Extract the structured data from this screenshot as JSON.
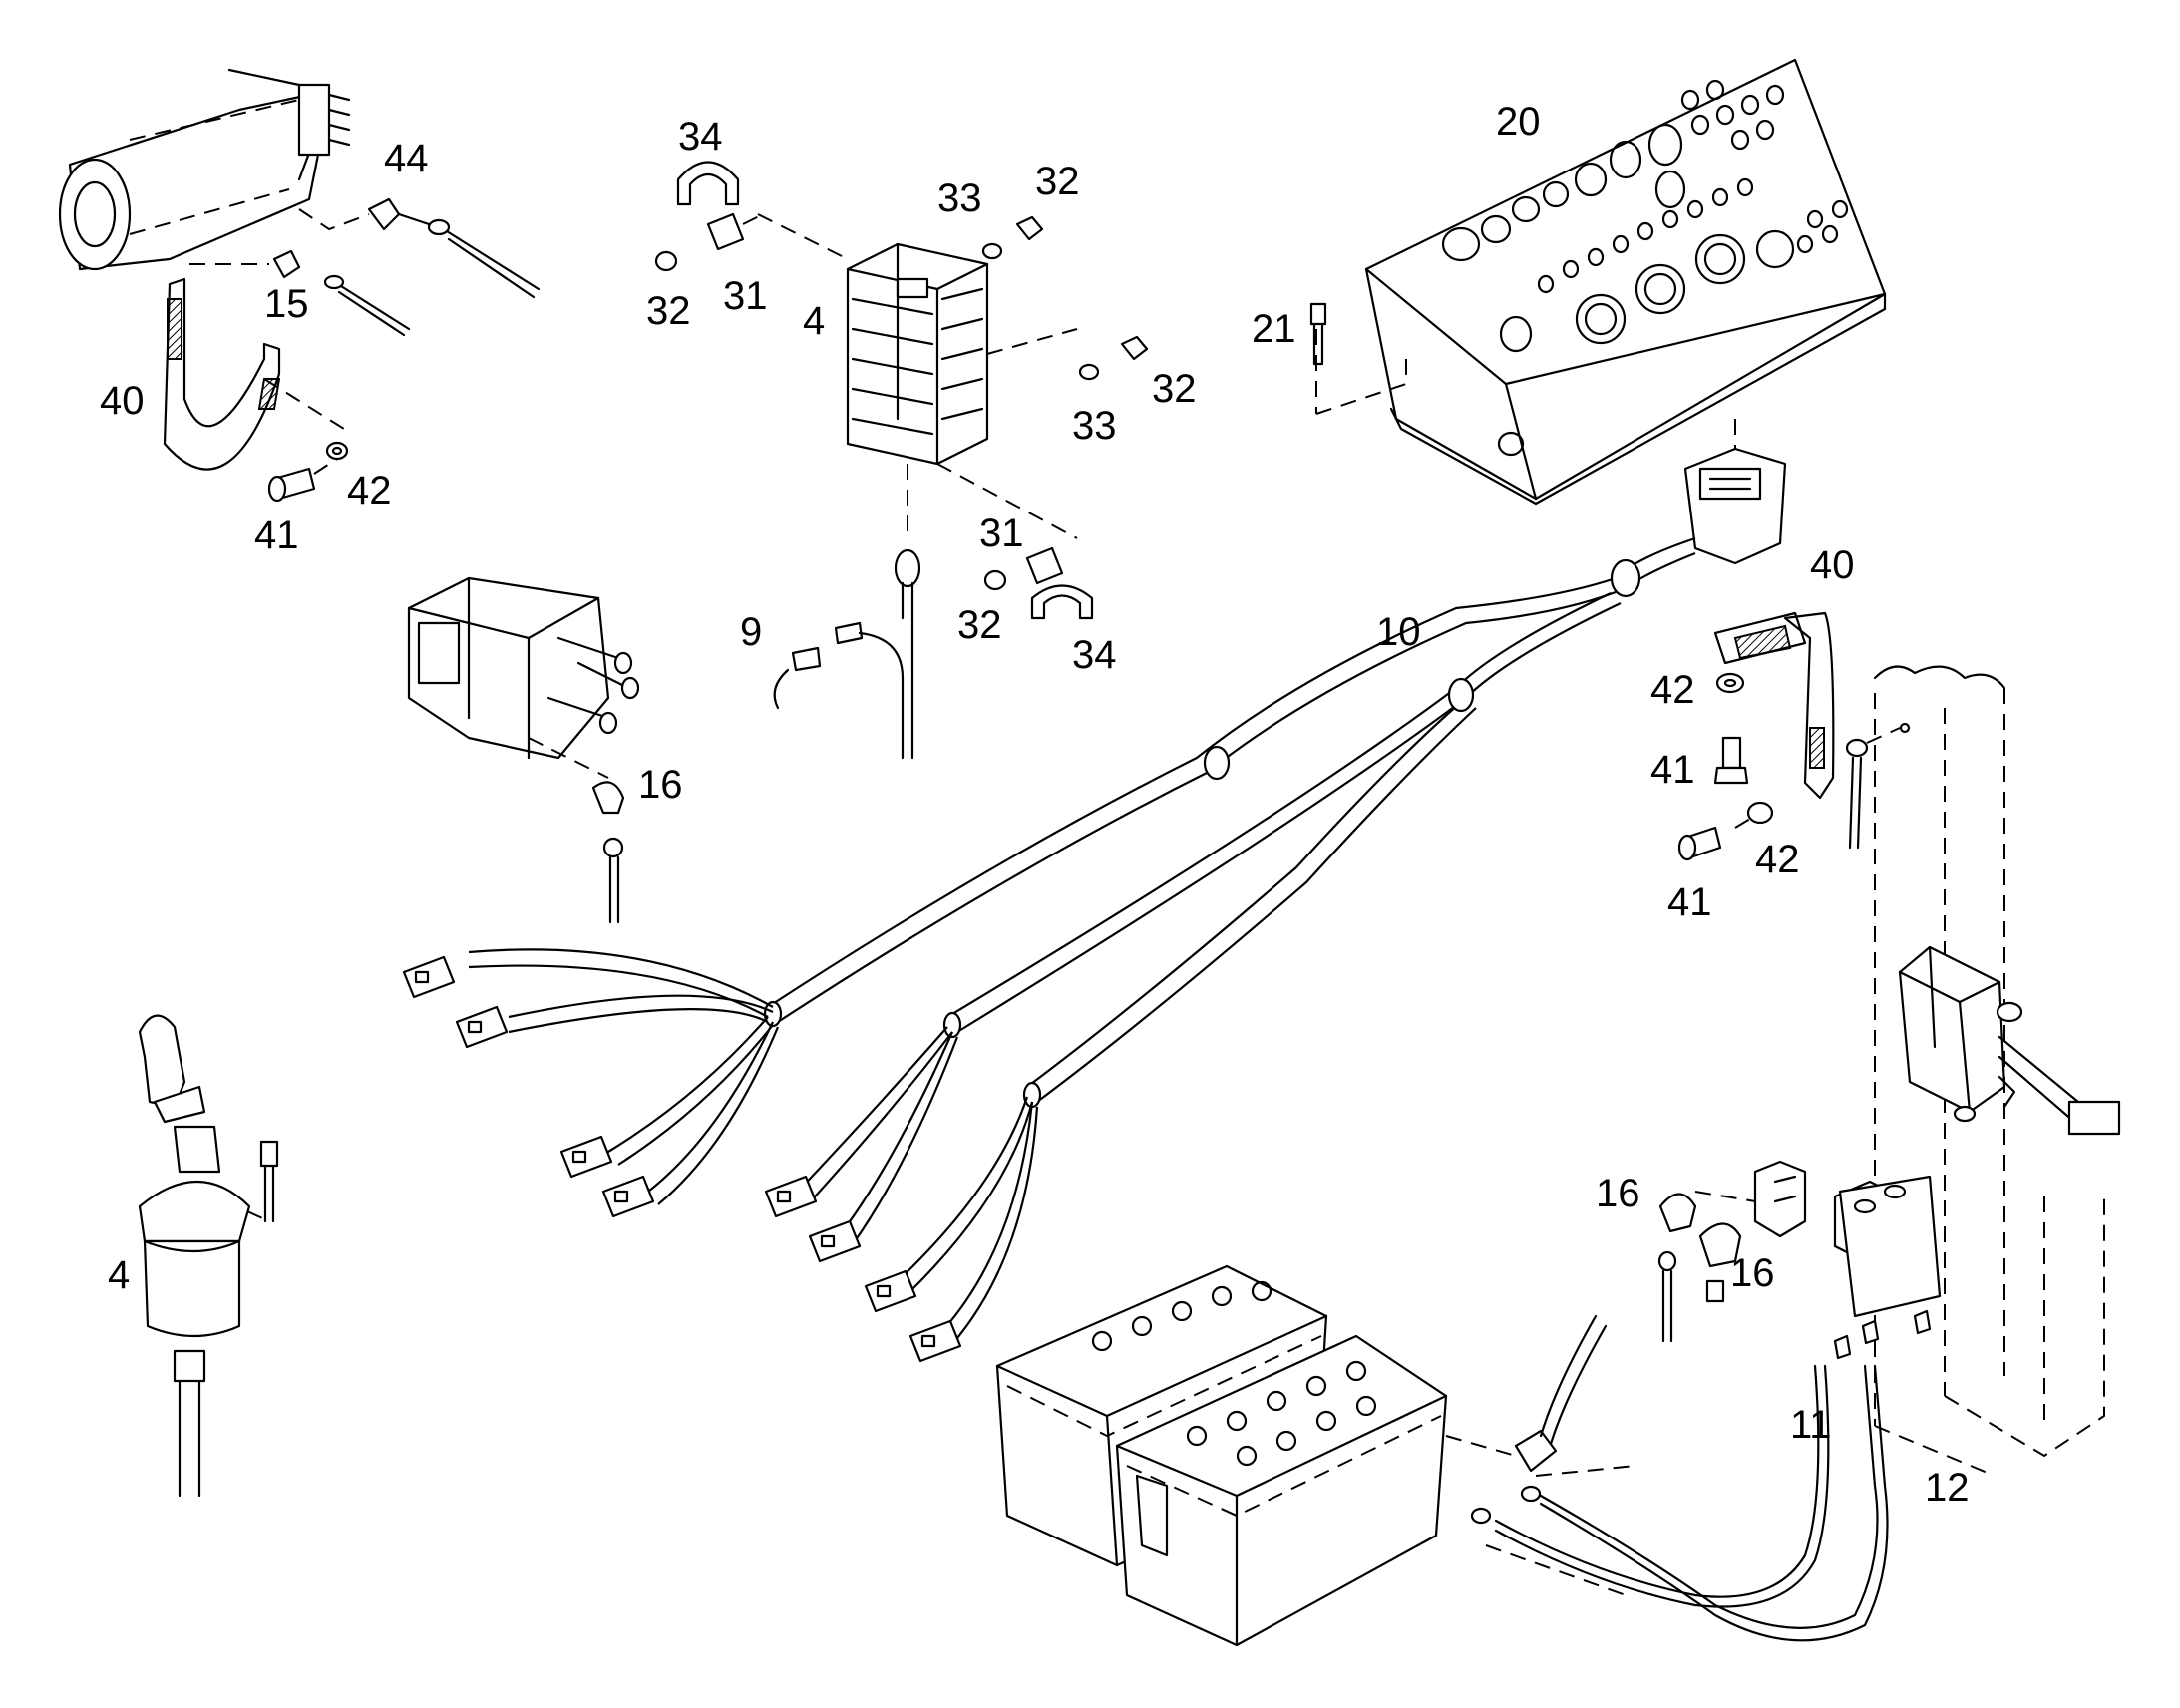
{
  "labels": {
    "l44": "44",
    "l15": "15",
    "l40a": "40",
    "l42a": "42",
    "l41a": "41",
    "l34a": "34",
    "l32a": "32",
    "l31a": "31",
    "l4a": "4",
    "l33a": "33",
    "l32b": "32",
    "l33b": "33",
    "l32c": "32",
    "l31b": "31",
    "l32d": "32",
    "l34b": "34",
    "l9": "9",
    "l20": "20",
    "l21": "21",
    "l10": "10",
    "l40b": "40",
    "l42b": "42",
    "l41b": "41",
    "l42c": "42",
    "l41c": "41",
    "l16a": "16",
    "l4b": "4",
    "l16b": "16",
    "l16c": "16",
    "l11": "11",
    "l12": "12"
  },
  "colors": {
    "line": "#000000",
    "background": "#ffffff"
  }
}
